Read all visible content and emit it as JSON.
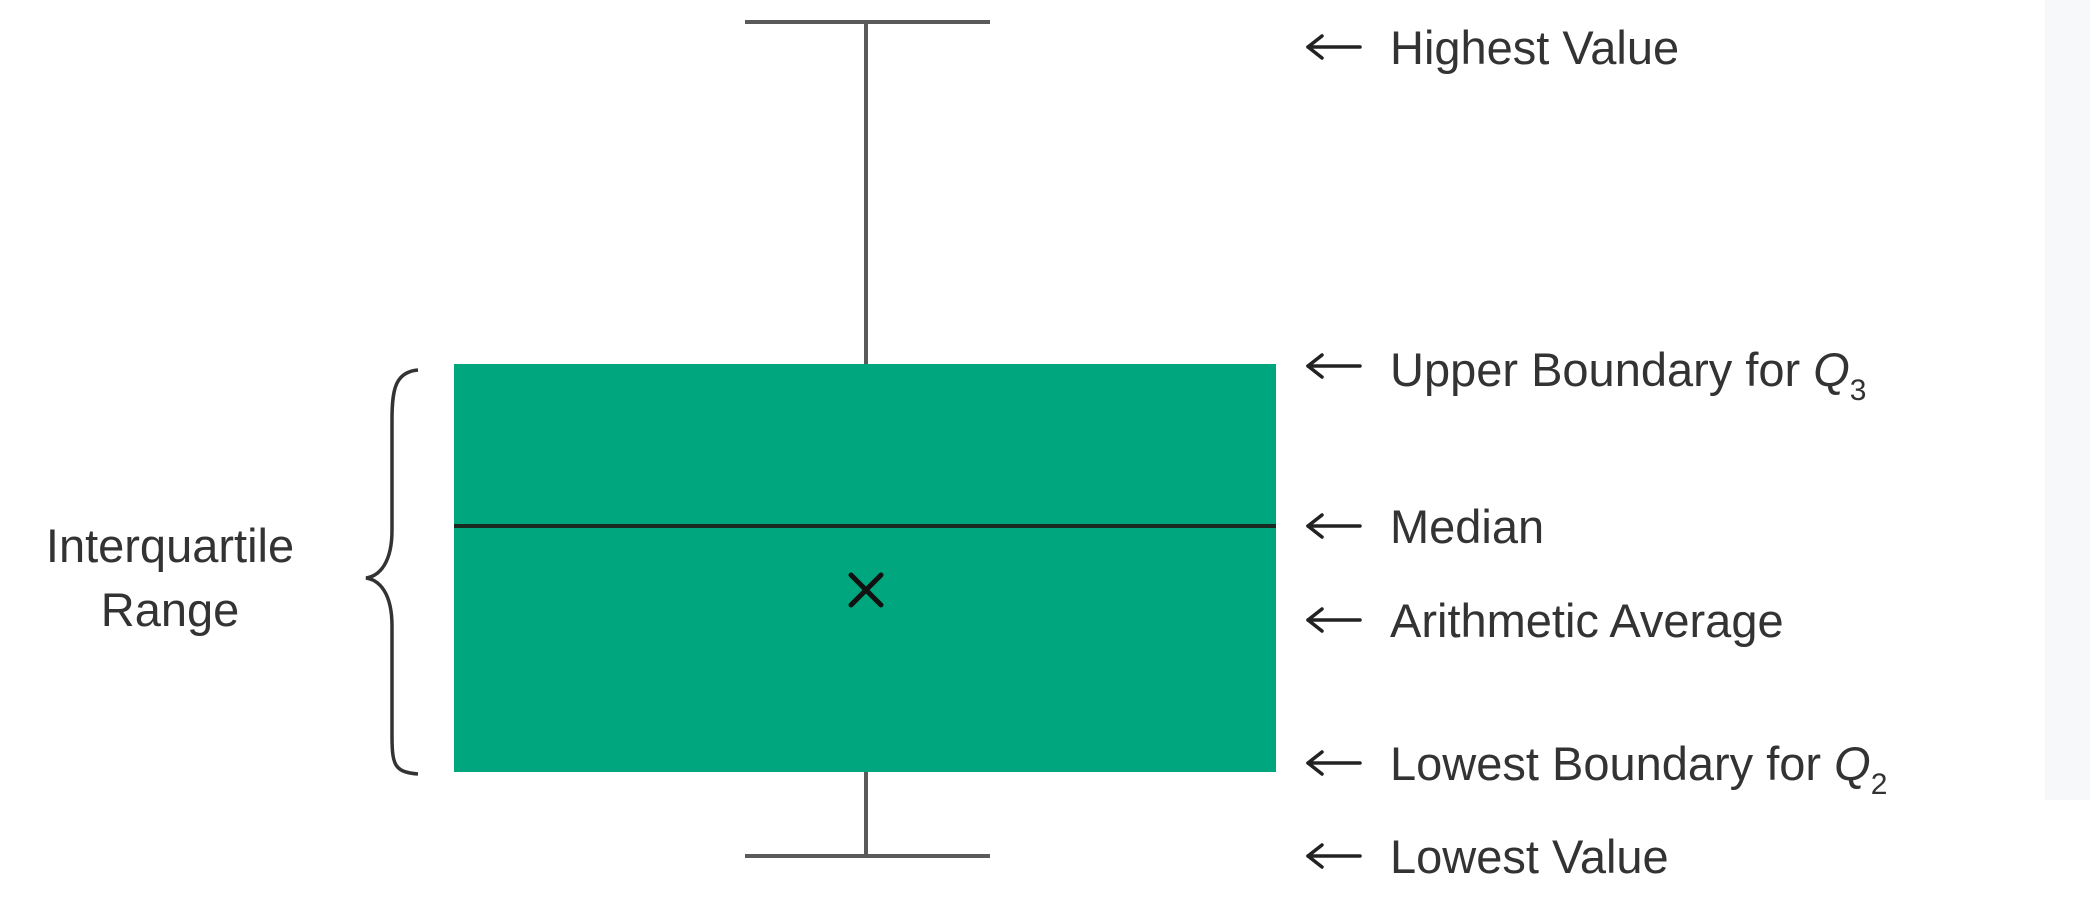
{
  "colors": {
    "box_fill": "#00a67e",
    "whisker": "#5a5a5a",
    "median_line": "#1a2a22",
    "mean_marker": "#111111",
    "text": "#333333",
    "right_panel": "#f7f8fa"
  },
  "icons": {
    "arrow": "left-arrow-icon",
    "mean_marker": "x-mark-icon",
    "brace": "curly-brace-icon"
  },
  "iqr_label": {
    "line1": "Interquartile",
    "line2": "Range"
  },
  "annotations": {
    "highest_value": "Highest Value",
    "upper_boundary": {
      "prefix": "Upper Boundary for ",
      "letter": "Q",
      "subscript": "3"
    },
    "median": "Median",
    "arithmetic_average": "Arithmetic Average",
    "lowest_boundary": {
      "prefix": "Lowest Boundary for ",
      "letter": "Q",
      "subscript": "2"
    },
    "lowest_value": "Lowest Value"
  }
}
